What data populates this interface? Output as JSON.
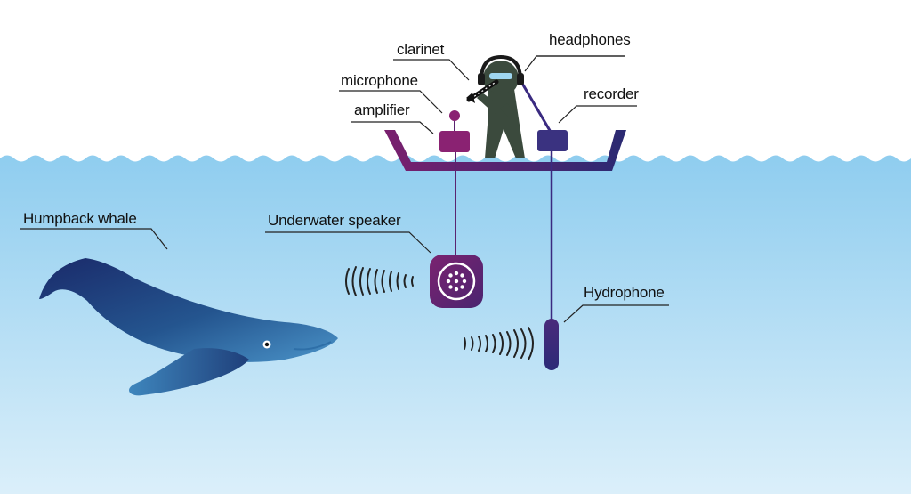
{
  "labels": {
    "clarinet": "clarinet",
    "headphones": "headphones",
    "microphone": "microphone",
    "recorder": "recorder",
    "amplifier": "amplifier",
    "humpback_whale": "Humpback whale",
    "underwater_speaker": "Underwater speaker",
    "hydrophone": "Hydrophone"
  },
  "colors": {
    "sky": "#ffffff",
    "water_top": "#8fcdef",
    "water_bottom": "#d9eef9",
    "boat_left": "#7a1f6e",
    "boat_right": "#2a2a72",
    "speaker": "#8a2272",
    "hydrophone": "#3a2a80",
    "whale_dark": "#1a2a6a",
    "whale_light": "#3f8ac0",
    "person": "#3b4a3d",
    "leader_line": "#222222"
  },
  "icons": {
    "person": "musician-with-clarinet-icon",
    "speaker": "speaker-icon",
    "hydrophone": "hydrophone-icon",
    "whale": "whale-icon"
  }
}
